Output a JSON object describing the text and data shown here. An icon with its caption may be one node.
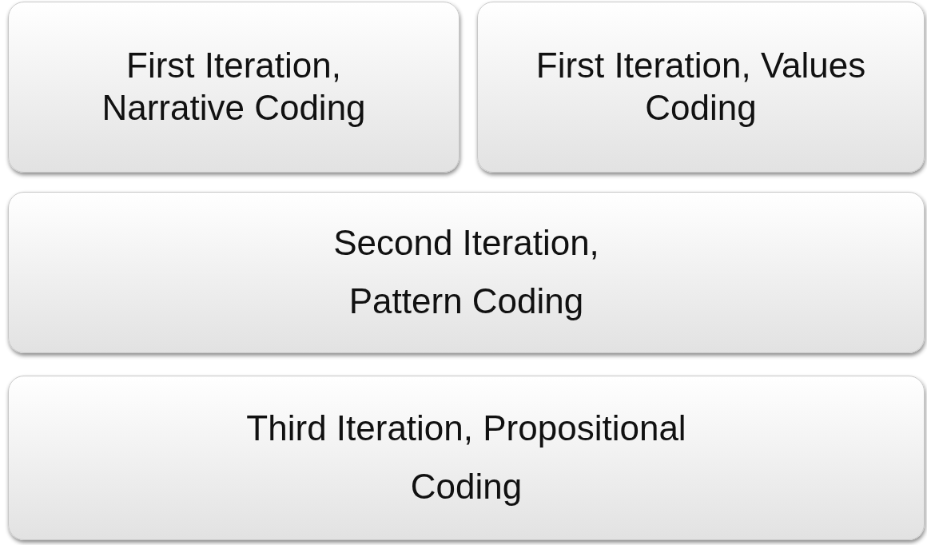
{
  "diagram": {
    "nodes": [
      {
        "text": [
          "First Iteration, Narrative Coding"
        ]
      },
      {
        "text": [
          "First Iteration, Values Coding"
        ]
      },
      {
        "text": [
          "Second Iteration, Pattern Coding"
        ]
      },
      {
        "text": [
          "Third Iteration, Propositional Coding"
        ]
      }
    ]
  }
}
